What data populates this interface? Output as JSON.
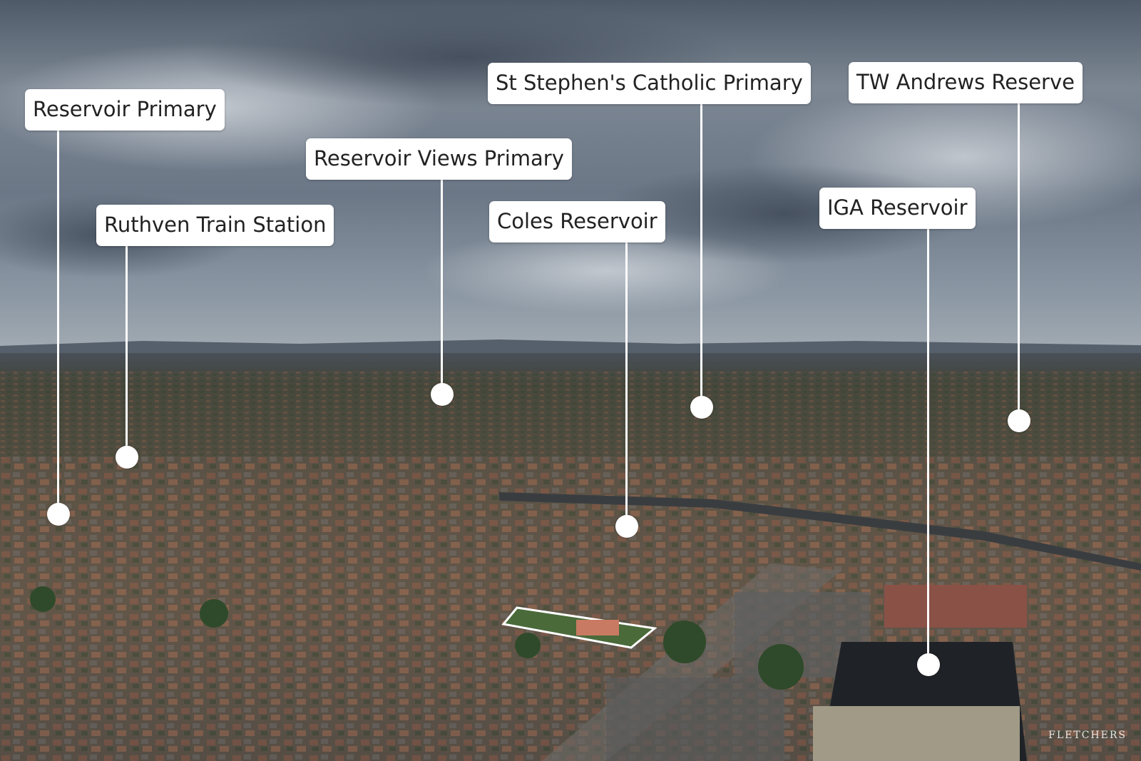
{
  "labels": {
    "reservoir_primary": "Reservoir Primary",
    "ruthven_station": "Ruthven Train Station",
    "reservoir_views_primary": "Reservoir Views Primary",
    "coles_reservoir": "Coles Reservoir",
    "st_stephens": "St Stephen's Catholic Primary",
    "iga_reservoir": "IGA Reservoir",
    "tw_andrews": "TW Andrews Reserve"
  },
  "watermark": "FLETCHERS",
  "colors": {
    "label_bg": "#ffffff",
    "label_text": "#222222",
    "sky": "#7e8a96",
    "suburb": "#5a5347"
  }
}
